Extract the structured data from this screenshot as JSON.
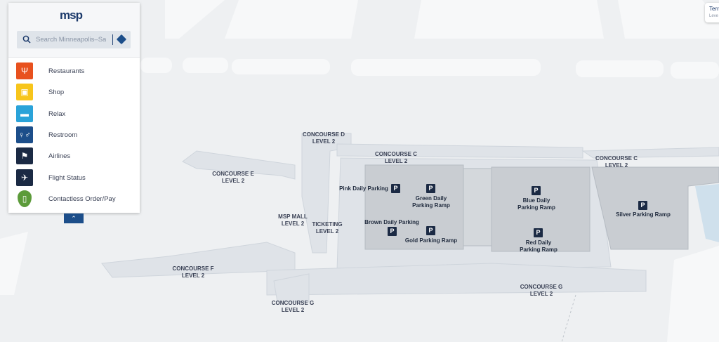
{
  "logo": "msp",
  "search": {
    "placeholder": "Search Minneapolis–Sai"
  },
  "categories": [
    {
      "label": "Restaurants",
      "icon": "fork-knife-icon",
      "color": "#e8511e",
      "glyph": "🍴"
    },
    {
      "label": "Shop",
      "icon": "shopping-bag-icon",
      "color": "#f7c51b",
      "glyph": "▣"
    },
    {
      "label": "Relax",
      "icon": "armchair-icon",
      "color": "#2aa3d9",
      "glyph": "▬"
    },
    {
      "label": "Restroom",
      "icon": "restroom-icon",
      "color": "#1c4e8a",
      "glyph": "🚻"
    },
    {
      "label": "Airlines",
      "icon": "airline-counter-icon",
      "color": "#1b2a44",
      "glyph": "⚑"
    },
    {
      "label": "Flight Status",
      "icon": "airplane-icon",
      "color": "#1b2a44",
      "glyph": "✈"
    },
    {
      "label": "Contactless Order/Pay",
      "icon": "map-pin-order-icon",
      "color": "#5c9b3a",
      "glyph": "●"
    }
  ],
  "collapse_glyph": "⌃",
  "terminal": {
    "title": "Terr",
    "level": "Leve"
  },
  "map_labels": [
    {
      "t1": "CONCOURSE D",
      "t2": "LEVEL 2"
    },
    {
      "t1": "CONCOURSE C",
      "t2": "LEVEL 2"
    },
    {
      "t1": "CONCOURSE C",
      "t2": "LEVEL 2"
    },
    {
      "t1": "CONCOURSE E",
      "t2": "LEVEL 2"
    },
    {
      "t1": "MSP MALL",
      "t2": "LEVEL 2"
    },
    {
      "t1": "TICKETING",
      "t2": "LEVEL 2"
    },
    {
      "t1": "CONCOURSE F",
      "t2": "LEVEL 2"
    },
    {
      "t1": "CONCOURSE G",
      "t2": "LEVEL 2"
    },
    {
      "t1": "CONCOURSE G",
      "t2": "LEVEL 2"
    }
  ],
  "parking": [
    {
      "t1": "Pink Daily Parking",
      "t2": ""
    },
    {
      "t1": "Green Daily",
      "t2": "Parking Ramp"
    },
    {
      "t1": "Blue Daily",
      "t2": "Parking Ramp"
    },
    {
      "t1": "Silver Parking Ramp",
      "t2": ""
    },
    {
      "t1": "Brown Daily Parking",
      "t2": ""
    },
    {
      "t1": "Gold Parking Ramp",
      "t2": ""
    },
    {
      "t1": "Red Daily",
      "t2": "Parking Ramp"
    }
  ],
  "parking_glyph": "P"
}
